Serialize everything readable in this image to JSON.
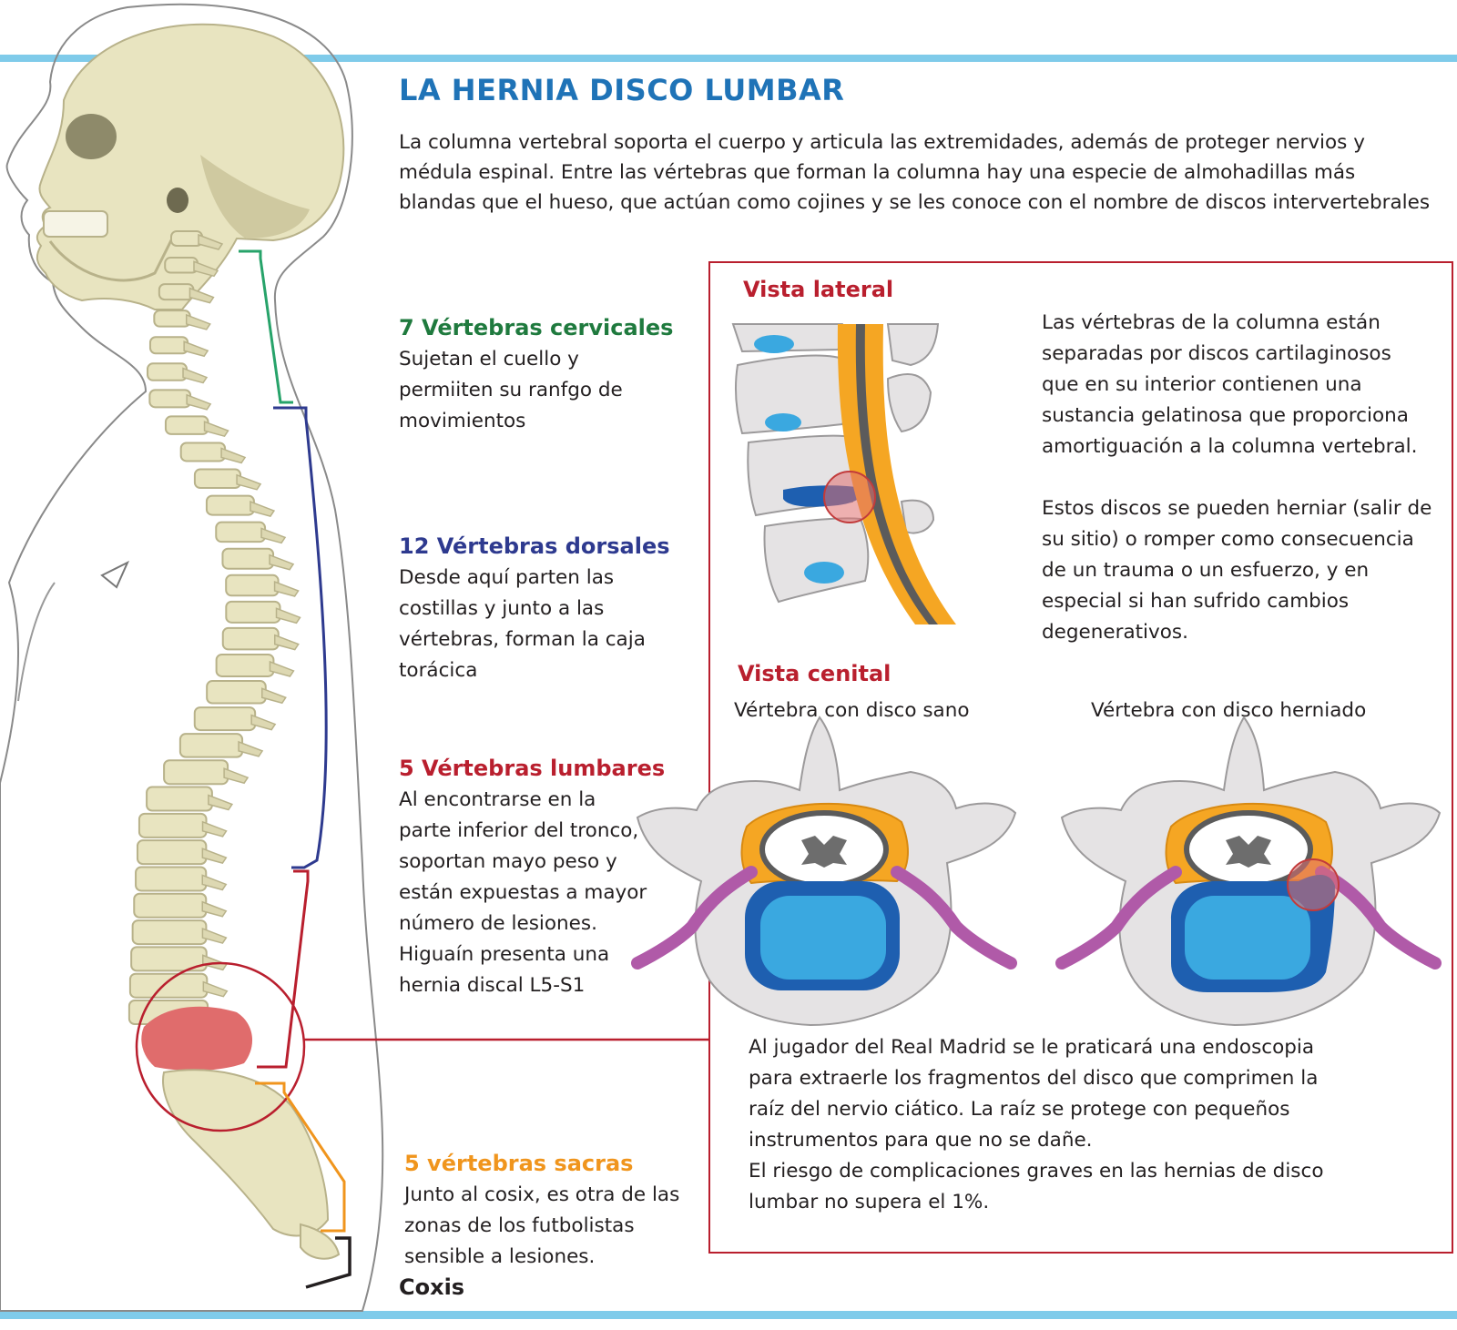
{
  "colors": {
    "rule": "#7fcbea",
    "title": "#1f73b7",
    "cervical": "#1f7a3e",
    "dorsal": "#2e3a8f",
    "lumbar": "#b91f2e",
    "sacral": "#f0951d",
    "coccyx": "#231f20",
    "bone": "#e8e4c0",
    "disc": "#3aa8e0",
    "canal": "#f5a623"
  },
  "title": "LA HERNIA DISCO LUMBAR",
  "intro": [
    "La columna vertebral soporta el cuerpo  y articula las extremidades, además de proteger nervios y",
    "médula espinal. Entre las vértebras que forman la columna hay una especie de almohadillas más",
    "blandas que el hueso, que actúan como cojines y se les conoce con el nombre de discos intervertebrales"
  ],
  "sections": {
    "cervical": {
      "heading": "7 Vértebras cervicales",
      "lines": [
        "Sujetan el cuello y",
        "permiiten su ranfgo de",
        "movimientos"
      ]
    },
    "dorsal": {
      "heading": "12 Vértebras dorsales",
      "lines": [
        "Desde aquí parten las",
        "costillas y junto a las",
        "vértebras, forman la caja",
        "torácica"
      ]
    },
    "lumbar": {
      "heading": "5 Vértebras lumbares",
      "lines": [
        "Al encontrarse en la",
        "parte inferior del tronco,",
        "soportan mayo peso y",
        "están expuestas a mayor",
        "número de lesiones.",
        "Higuaín presenta una",
        "hernia discal L5-S1"
      ]
    },
    "sacral": {
      "heading": "5 vértebras sacras",
      "lines": [
        "Junto al cosix, es otra de las",
        "zonas de los futbolistas",
        "sensible a lesiones."
      ]
    },
    "coccyx": {
      "heading": "Coxis"
    }
  },
  "lateral": {
    "heading": "Vista lateral",
    "lines": [
      "Las vértebras de la columna están",
      "separadas por discos cartilaginosos",
      "que en su interior contienen una",
      "sustancia gelatinosa que proporciona",
      "amortiguación a la columna vertebral."
    ],
    "lines2": [
      "Estos discos se pueden herniar (salir de",
      "su sitio) o romper como consecuencia",
      "de un trauma o un esfuerzo, y en",
      "especial si han sufrido cambios",
      "degenerativos."
    ]
  },
  "cenital": {
    "heading": "Vista cenital",
    "healthy_label": "Vértebra con disco sano",
    "herniated_label": "Vértebra con disco herniado"
  },
  "footer_note": [
    "Al jugador del Real Madrid se le praticará una endoscopia",
    "para  extraerle los fragmentos del disco que comprimen la",
    "raíz del nervio ciático. La raíz se protege con pequeños",
    "instrumentos para que no se dañe.",
    "El riesgo de complicaciones graves en las hernias de disco",
    "lumbar no supera el 1%."
  ]
}
